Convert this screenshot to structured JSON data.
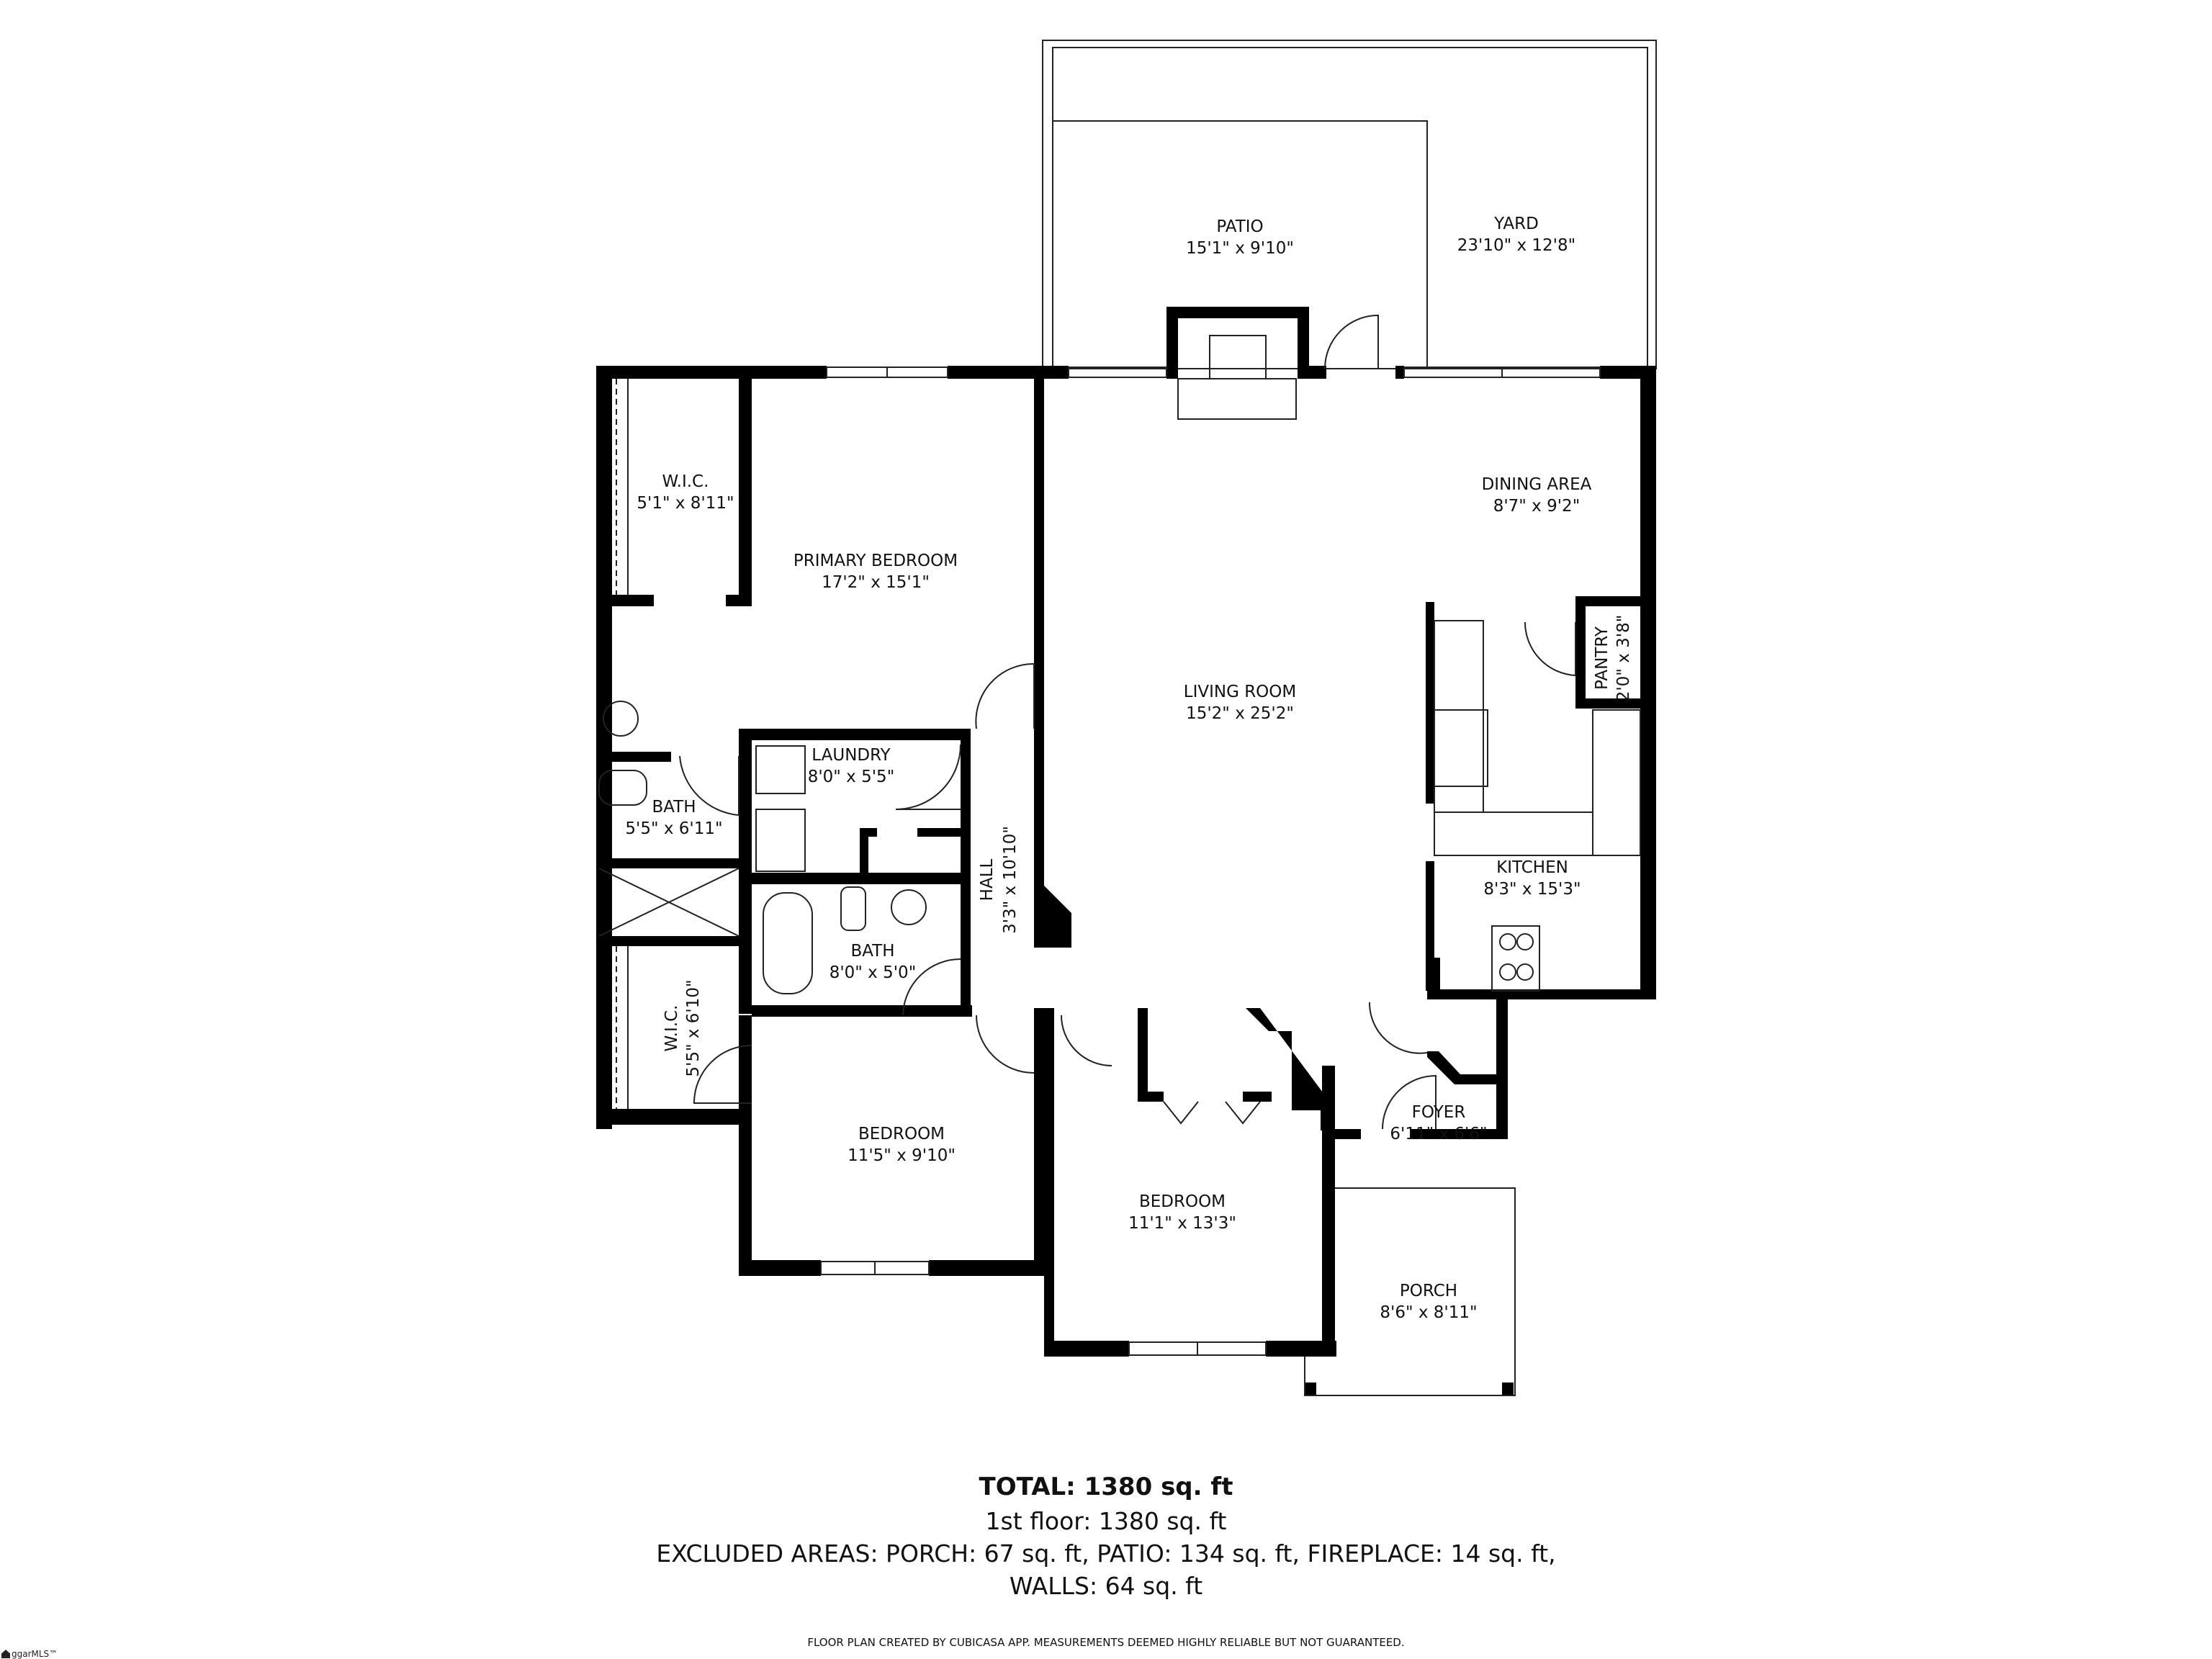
{
  "rooms": [
    {
      "id": "patio",
      "name": "PATIO",
      "dims": "15'1\" x 9'10\""
    },
    {
      "id": "yard",
      "name": "YARD",
      "dims": "23'10\" x 12'8\""
    },
    {
      "id": "wic1",
      "name": "W.I.C.",
      "dims": "5'1\" x 8'11\""
    },
    {
      "id": "primary-bedroom",
      "name": "PRIMARY BEDROOM",
      "dims": "17'2\" x 15'1\""
    },
    {
      "id": "dining-area",
      "name": "DINING AREA",
      "dims": "8'7\" x 9'2\""
    },
    {
      "id": "pantry",
      "name": "PANTRY",
      "dims": "2'0\" x 3'8\""
    },
    {
      "id": "living-room",
      "name": "LIVING ROOM",
      "dims": "15'2\" x 25'2\""
    },
    {
      "id": "laundry",
      "name": "LAUNDRY",
      "dims": "8'0\" x 5'5\""
    },
    {
      "id": "bath1",
      "name": "BATH",
      "dims": "5'5\" x 6'11\""
    },
    {
      "id": "hall",
      "name": "HALL",
      "dims": "3'3\" x 10'10\""
    },
    {
      "id": "kitchen",
      "name": "KITCHEN",
      "dims": "8'3\" x 15'3\""
    },
    {
      "id": "bath2",
      "name": "BATH",
      "dims": "8'0\" x 5'0\""
    },
    {
      "id": "wic2",
      "name": "W.I.C.",
      "dims": "5'5\" x 6'10\""
    },
    {
      "id": "foyer",
      "name": "FOYER",
      "dims": "6'11\" x 6'6\""
    },
    {
      "id": "bedroom1",
      "name": "BEDROOM",
      "dims": "11'5\" x 9'10\""
    },
    {
      "id": "bedroom2",
      "name": "BEDROOM",
      "dims": "11'1\" x 13'3\""
    },
    {
      "id": "porch",
      "name": "PORCH",
      "dims": "8'6\" x 8'11\""
    }
  ],
  "summary": {
    "total": "TOTAL: 1380 sq. ft",
    "floor": "1st floor: 1380 sq. ft",
    "excluded": "EXCLUDED AREAS: PORCH: 67 sq. ft, PATIO: 134 sq. ft, FIREPLACE: 14 sq. ft,",
    "walls": "WALLS: 64 sq. ft",
    "disclaimer": "FLOOR PLAN CREATED BY CUBICASA APP. MEASUREMENTS DEEMED HIGHLY RELIABLE BUT NOT GUARANTEED."
  },
  "watermark": {
    "text": "ggarMLS™",
    "icon": "house-icon"
  },
  "colors": {
    "wall": "#000000",
    "line": "#222222",
    "background": "#ffffff"
  }
}
